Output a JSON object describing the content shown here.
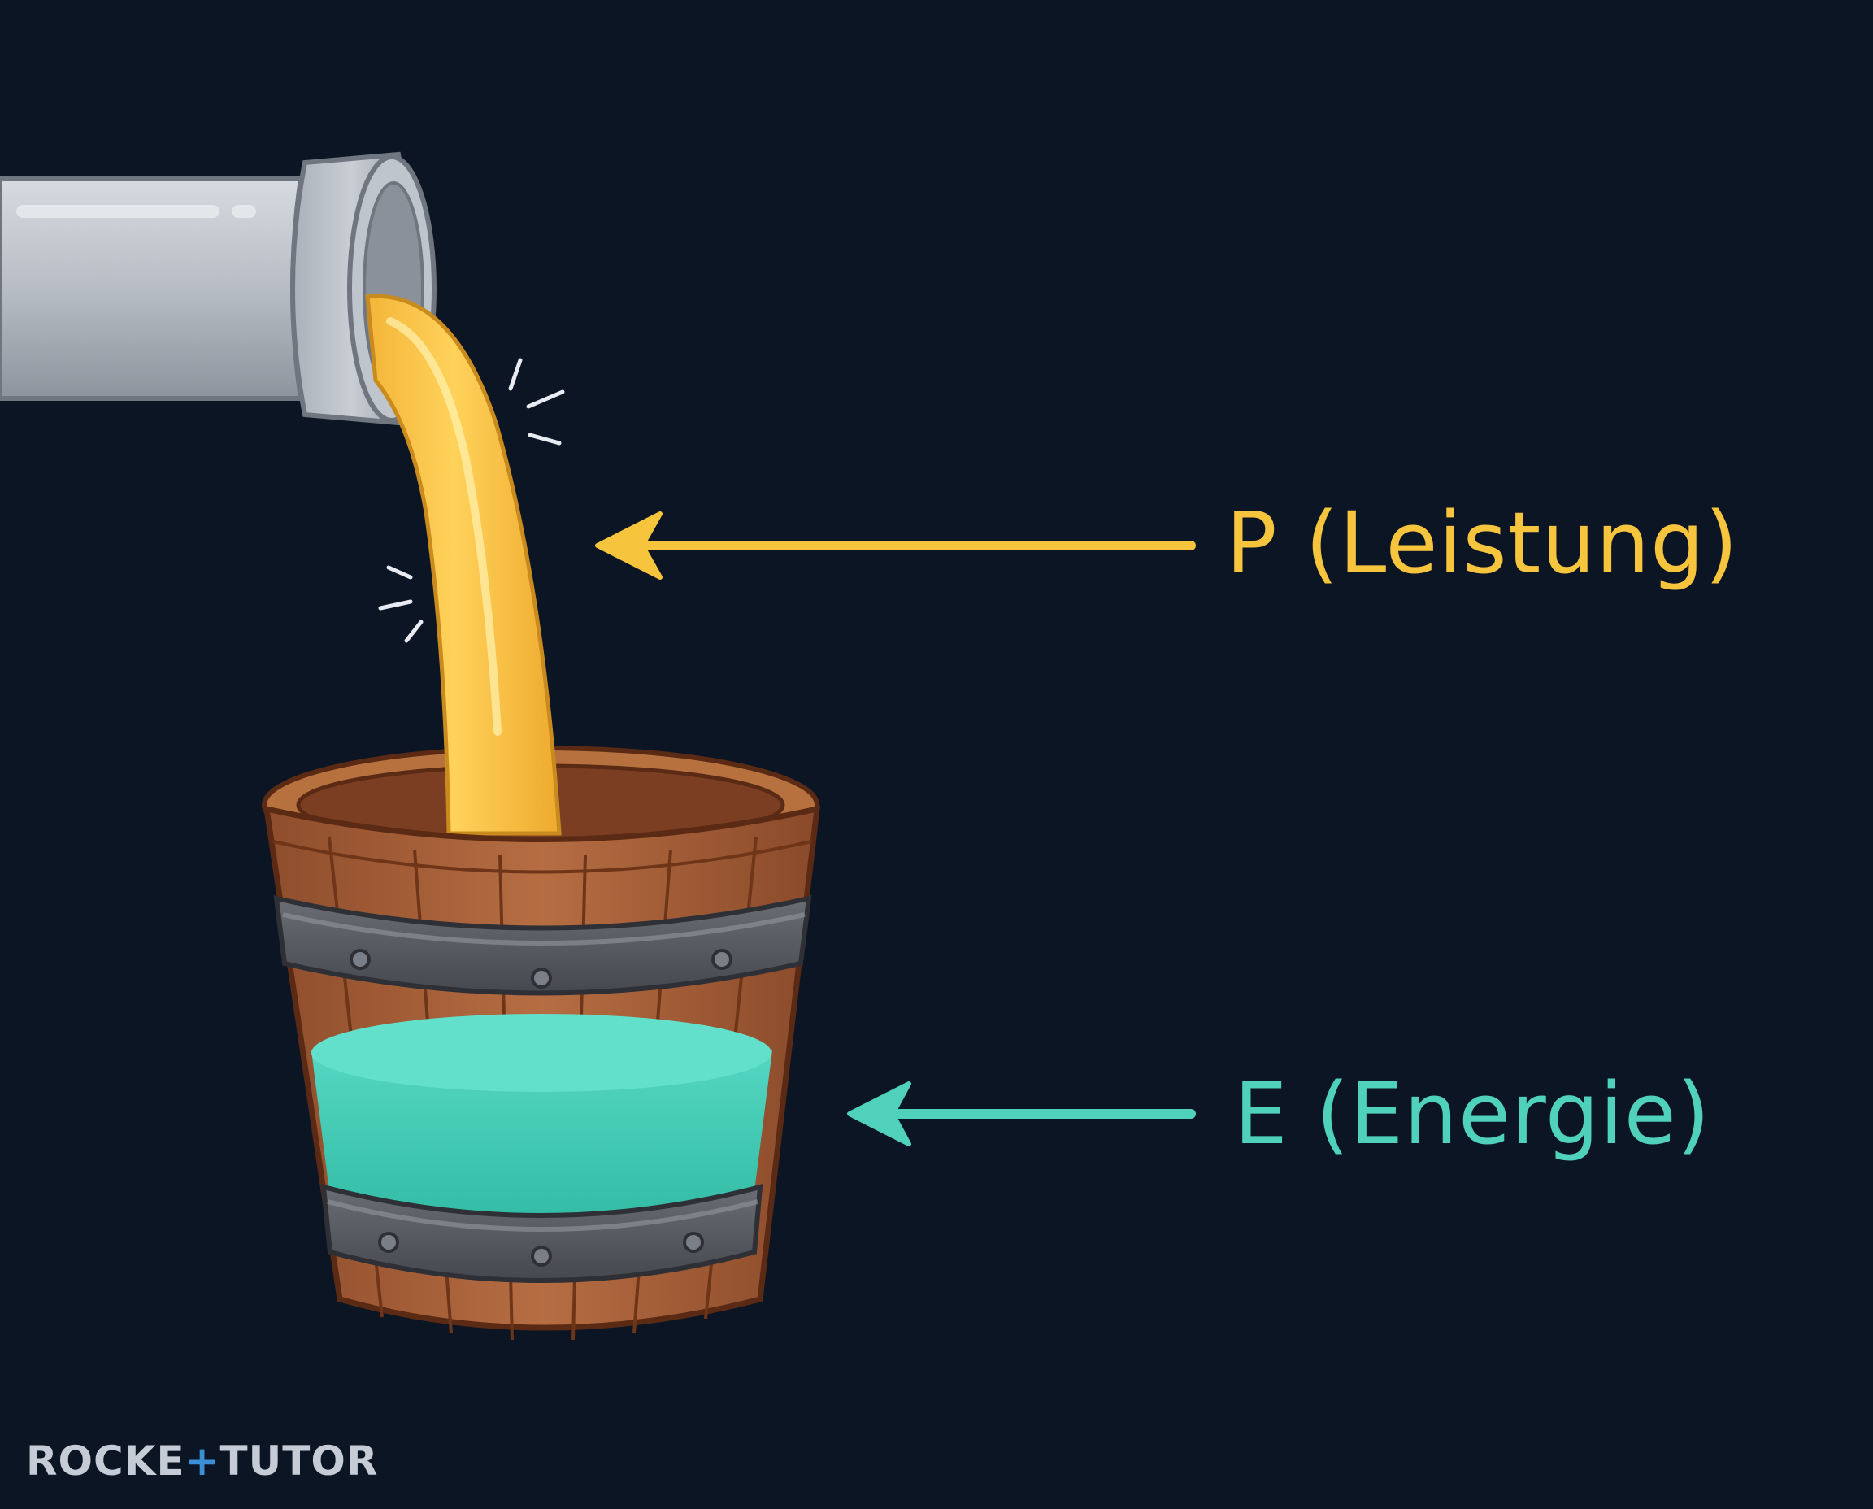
{
  "labels": {
    "power": "P (Leistung)",
    "energy": "E (Energie)"
  },
  "logo": {
    "part1": "ROCKE",
    "plus": "+",
    "part2": "TUTOR"
  },
  "colors": {
    "background": "#0c1523",
    "power": "#f7c43d",
    "energy": "#4fd1bb",
    "pipe": "#b9bfc7",
    "bucket_wood": "#a8603a",
    "bucket_band": "#55585f"
  }
}
